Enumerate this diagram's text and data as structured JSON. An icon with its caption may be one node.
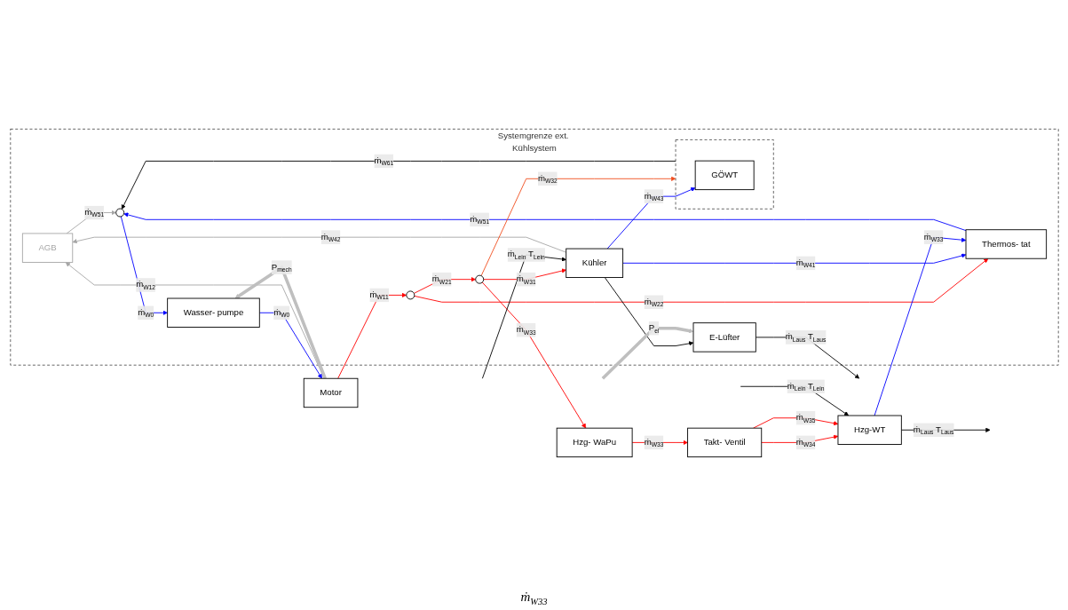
{
  "diagram": {
    "nodes": [
      {
        "text": [
          "Systemgrenze ext. Kühlsystem"
        ]
      },
      {
        "text": [
          "Motor"
        ]
      },
      {
        "text": [
          "AGB"
        ],
        "in": 0
      },
      {
        "text": [],
        "shape": "circle",
        "in": 0
      },
      {
        "text": [
          "Thermos- tat"
        ],
        "in": 0
      },
      {
        "text": [],
        "shape": "circle",
        "in": 0
      },
      {
        "text": [
          "Wasser- pumpe"
        ],
        "in": 0
      },
      {
        "text": [],
        "shape": "box",
        "in": 0
      },
      {
        "text": [
          "GÖWT"
        ],
        "in": 7
      },
      {
        "text": [],
        "shape": "circle",
        "in": 0
      },
      {
        "text": [
          "Kühler"
        ],
        "in": 0
      },
      {
        "text": [
          "E-Lüfter"
        ],
        "in": 0
      },
      {
        "text": [
          "Hzg- WaPu"
        ]
      },
      {
        "text": [
          "Takt- Ventil"
        ]
      },
      {
        "text": [
          "Hzg-WT"
        ]
      }
    ],
    "edges": [
      {
        "from": 1,
        "to": 3,
        "arrow": "to",
        "label": "ṁ$_{W11}$"
      },
      {
        "from": 1,
        "to": 2,
        "arrow": "to",
        "label": "ṁ$_{W12}$",
        "color": "#a6a6a6"
      },
      {
        "from": 10,
        "to": 2,
        "arrow": "to",
        "label": "ṁ$_{W42}$",
        "color": "#a6a6a6"
      },
      {
        "from": 2,
        "to": 5,
        "arrow": "to",
        "label": "ṁ$_{W51}$",
        "color": "#a6a6a6"
      },
      {
        "from": 3,
        "to": 4,
        "arrow": "to",
        "label": "ṁ$_{W22}$"
      },
      {
        "from": 3,
        "to": 9,
        "arrow": "to",
        "label": "ṁ$_{W21}$"
      },
      {
        "from": 10,
        "to": 4,
        "arrow": "to",
        "label": "ṁ$_{W41}$",
        "color": "#0000ff"
      },
      {
        "from": 4,
        "to": 5,
        "arrow": "to",
        "label": "ṁ$_{W51}$",
        "color": "#0000ff"
      },
      {
        "from": 5,
        "to": 6,
        "arrow": "to",
        "label": "ṁ$_{W0}$",
        "color": "#0000ff"
      },
      {
        "from": 6,
        "to": 1,
        "arrow": "to",
        "label": "ṁ$_{W0}$",
        "color": "#0000ff"
      },
      {
        "from": 1,
        "to": 6,
        "arrow": "to",
        "label": "P$_{mech}$",
        "style": "thick",
        "color": "#bfbfbf"
      },
      {
        "from": 7,
        "to": 5,
        "arrow": "to",
        "label": "ṁ$_{W61}$",
        "color": "#000000"
      },
      {
        "from": 14,
        "to": 4,
        "arrow": "to",
        "label": "ṁ$_{W33}$",
        "color": "#0000ff"
      },
      {
        "from": 10,
        "to": 8,
        "arrow": "to",
        "label": "ṁ$_{W43}$",
        "color": "#0000ff"
      },
      {
        "from": 9,
        "to": 10,
        "arrow": "to",
        "label": "ṁ$_{W31}$"
      },
      {
        "from": 9,
        "to": 7,
        "arrow": "to",
        "label": "ṁ$_{W32}$",
        "color": "#f04e1e"
      },
      {
        "from": 9,
        "to": 12,
        "arrow": "to",
        "label": "ṁ$_{W33}$"
      },
      {
        "from": 12,
        "to": 13,
        "arrow": "to",
        "label": "ṁ$_{W33}$"
      },
      {
        "from": 13,
        "to": 14,
        "arrow": "to",
        "label": "ṁ$_{W34}$"
      },
      {
        "from": 13,
        "to": 14,
        "arrow": "to",
        "label": "ṁ$_{W35}$"
      },
      {
        "from": null,
        "to": 10,
        "arrow": "to",
        "label": "ṁ$_{L}$$_{ein}$ T$_{L}$$_{ein}$",
        "color": "#000000"
      },
      {
        "from": 10,
        "to": 11,
        "arrow": "to",
        "color": "#000000"
      },
      {
        "from": 11,
        "to": null,
        "arrow": "to",
        "label": "ṁ$_{L}$$_{aus}$ T$_{L}$$_{aus}$",
        "color": "#000000"
      },
      {
        "from": null,
        "to": 11,
        "arrow": "to",
        "label": "P$_{el}$",
        "style": "thick",
        "color": "#bfbfbf"
      },
      {
        "from": 14,
        "to": null,
        "arrow": "to",
        "label": "ṁ$_{L}$$_{aus}$ T$_{L}$$_{aus}$",
        "color": "#000000"
      },
      {
        "from": null,
        "to": 14,
        "arrow": "to",
        "label": "ṁ$_{L}$$_{ein}$ T$_{L}$$_{ein}$",
        "color": "#000000"
      }
    ],
    "labels": [
      "ṁ$_{W33}$"
    ]
  }
}
